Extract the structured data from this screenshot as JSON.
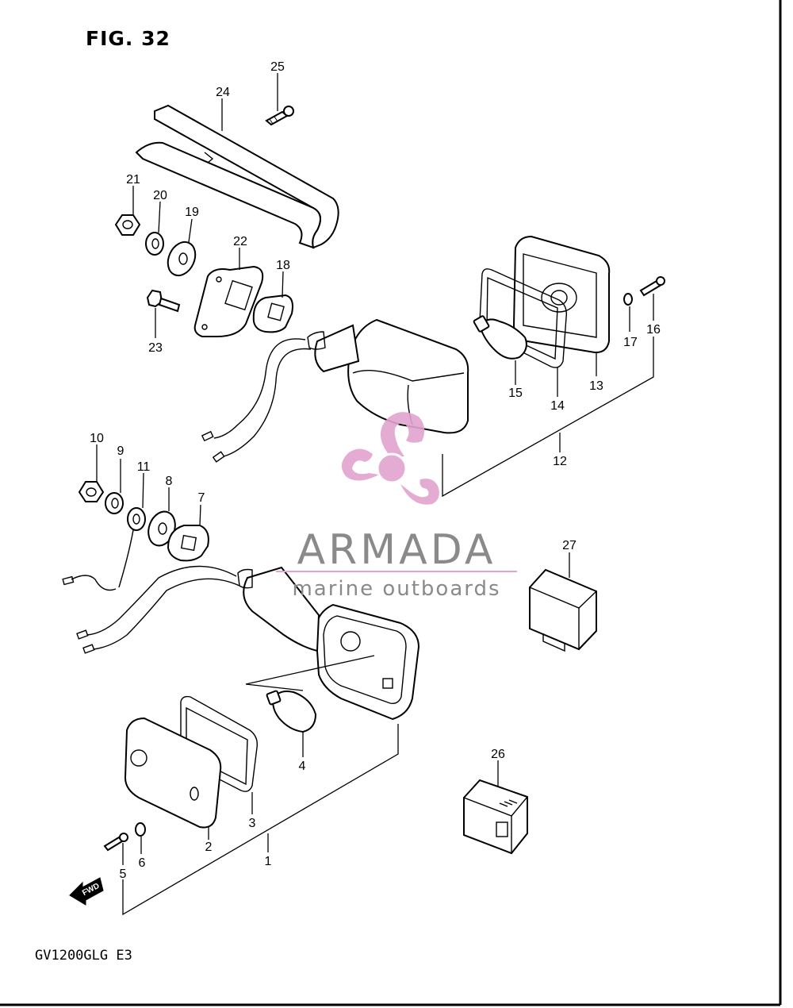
{
  "figure": {
    "title": "FIG. 32",
    "model_code": "GV1200GLG  E3"
  },
  "callouts": [
    "1",
    "2",
    "3",
    "4",
    "5",
    "6",
    "7",
    "8",
    "9",
    "10",
    "11",
    "12",
    "13",
    "14",
    "15",
    "16",
    "17",
    "18",
    "19",
    "20",
    "21",
    "22",
    "23",
    "24",
    "25",
    "26",
    "27"
  ],
  "watermark": {
    "brand": "ARMADA",
    "tagline": "marine outboards",
    "logo_icon": "propeller-icon",
    "color_brand_text": "#8a8a8a",
    "color_logo": "#e3a4cf"
  },
  "direction_marker": {
    "label": "FWD",
    "icon": "arrow-left-icon"
  }
}
